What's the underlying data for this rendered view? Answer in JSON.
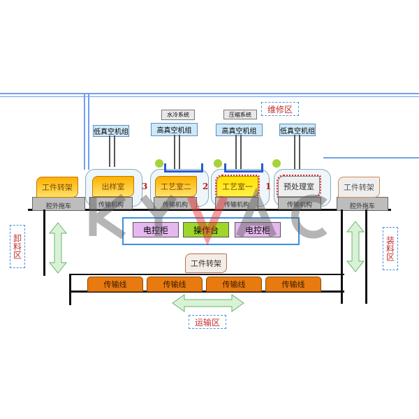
{
  "top_units": {
    "low_vac_left": "低真空机组",
    "high_vac_left": "高真空机组",
    "water_cooling": "水冷系统",
    "compression": "压缩系统",
    "high_vac_right": "高真空机组",
    "low_vac_right": "低真空机组"
  },
  "zones": {
    "maintenance": "维修区",
    "unloading": "卸料区",
    "loading": "装料区",
    "transport": "运输区"
  },
  "left_rack": "工件转架",
  "left_cart": "腔外拖车",
  "right_rack": "工件转架",
  "right_cart": "腔外拖车",
  "chambers": [
    {
      "name": "出样室",
      "base": "传输机构"
    },
    {
      "name": "工艺室二",
      "base": "传输机构"
    },
    {
      "name": "工艺室一",
      "base": "传输机构"
    },
    {
      "name": "预处理室",
      "base": "传输机构"
    }
  ],
  "valves": [
    "3",
    "2",
    "1"
  ],
  "console": {
    "left": "电控柜",
    "center": "操作台",
    "right": "电控柜"
  },
  "transport_rack": "工件转架",
  "conveyors": [
    "传输线",
    "传输线",
    "传输线",
    "传输线"
  ],
  "watermark": "KYVAC"
}
